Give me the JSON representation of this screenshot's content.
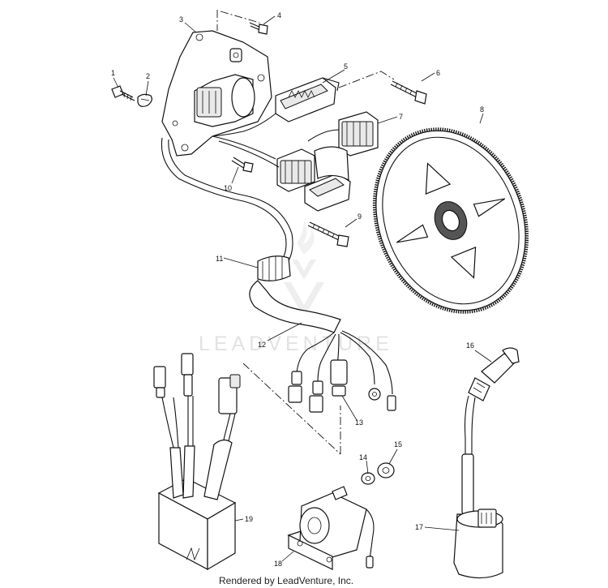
{
  "watermark": "LEADVENTURE",
  "credit": "Rendered by LeadVenture, Inc.",
  "labels": [
    "1",
    "2",
    "3",
    "4",
    "5",
    "6",
    "7",
    "8",
    "9",
    "10",
    "11",
    "12",
    "13",
    "14",
    "15",
    "16",
    "17",
    "18",
    "19"
  ]
}
